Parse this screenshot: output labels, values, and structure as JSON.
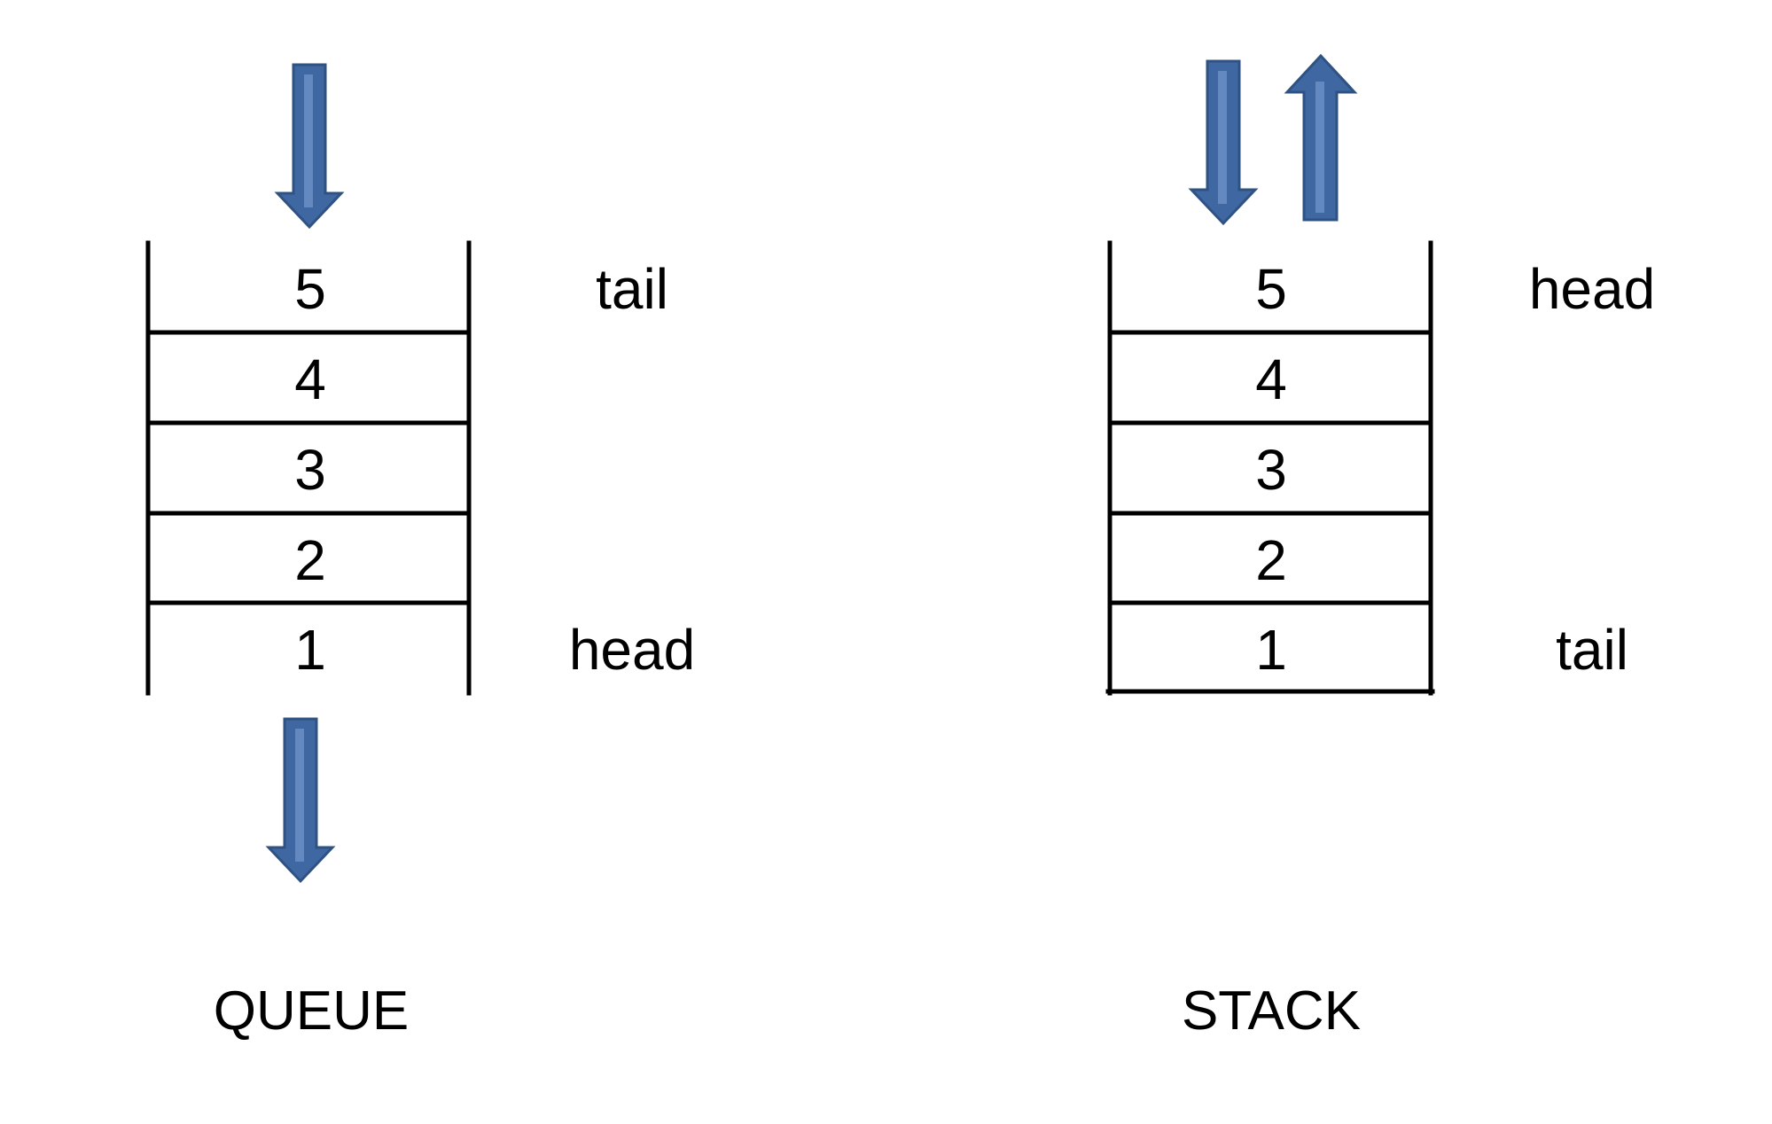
{
  "colors": {
    "arrow_fill": "#3F67A2",
    "arrow_outline": "#2F5283",
    "arrow_highlight": "#6B8FC6",
    "line": "#000000",
    "background": "#FFFFFF"
  },
  "queue": {
    "caption": "QUEUE",
    "cells": [
      "5",
      "4",
      "3",
      "2",
      "1"
    ],
    "top_label": "tail",
    "bottom_label": "head",
    "arrows": [
      {
        "name": "queue-enqueue-arrow-icon",
        "direction": "down"
      },
      {
        "name": "queue-dequeue-arrow-icon",
        "direction": "down"
      }
    ]
  },
  "stack": {
    "caption": "STACK",
    "cells": [
      "5",
      "4",
      "3",
      "2",
      "1"
    ],
    "top_label": "head",
    "bottom_label": "tail",
    "arrows": [
      {
        "name": "stack-push-arrow-icon",
        "direction": "down"
      },
      {
        "name": "stack-pop-arrow-icon",
        "direction": "up"
      }
    ]
  }
}
